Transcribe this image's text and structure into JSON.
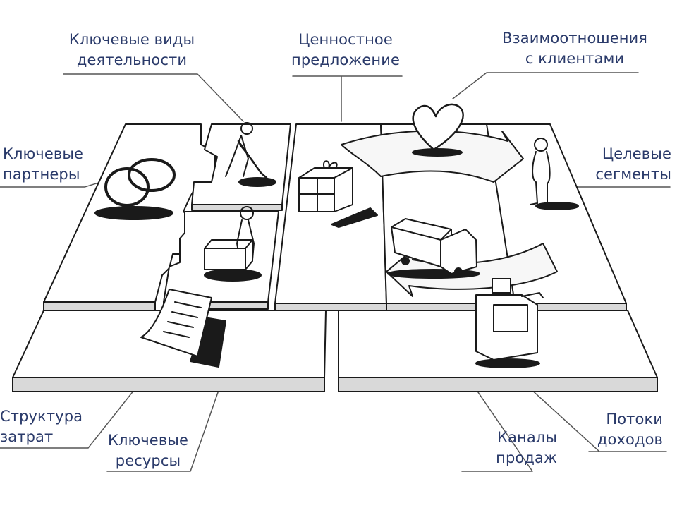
{
  "labels": {
    "key_activities": [
      "Ключевые виды",
      "деятельности"
    ],
    "value_proposition": [
      "Ценностное",
      "предложение"
    ],
    "customer_relationships": [
      "Взаимоотношения",
      "с клиентами"
    ],
    "key_partners": [
      "Ключевые",
      "партнеры"
    ],
    "customer_segments": [
      "Целевые",
      "сегменты"
    ],
    "cost_structure": [
      "Структура",
      "затрат"
    ],
    "key_resources": [
      "Ключевые",
      "ресурсы"
    ],
    "channels": [
      "Каналы",
      "продаж"
    ],
    "revenue_streams": [
      "Потоки",
      "доходов"
    ]
  },
  "icons": {
    "partners": "wedding-rings-icon",
    "activities": "digging-person-icon",
    "resources": "person-with-box-icon",
    "value": "gift-box-icon",
    "relationships": "heart-icon",
    "channels": "truck-icon",
    "segments": "standing-person-icon",
    "costs": "receipt-paper-icon",
    "revenue": "cash-register-icon"
  },
  "colors": {
    "ink": "#1a1a1a",
    "board_top": "#ffffff",
    "board_side": "#d9d9d9",
    "label_text": "#2a3a6a",
    "leader_line": "#555555"
  }
}
